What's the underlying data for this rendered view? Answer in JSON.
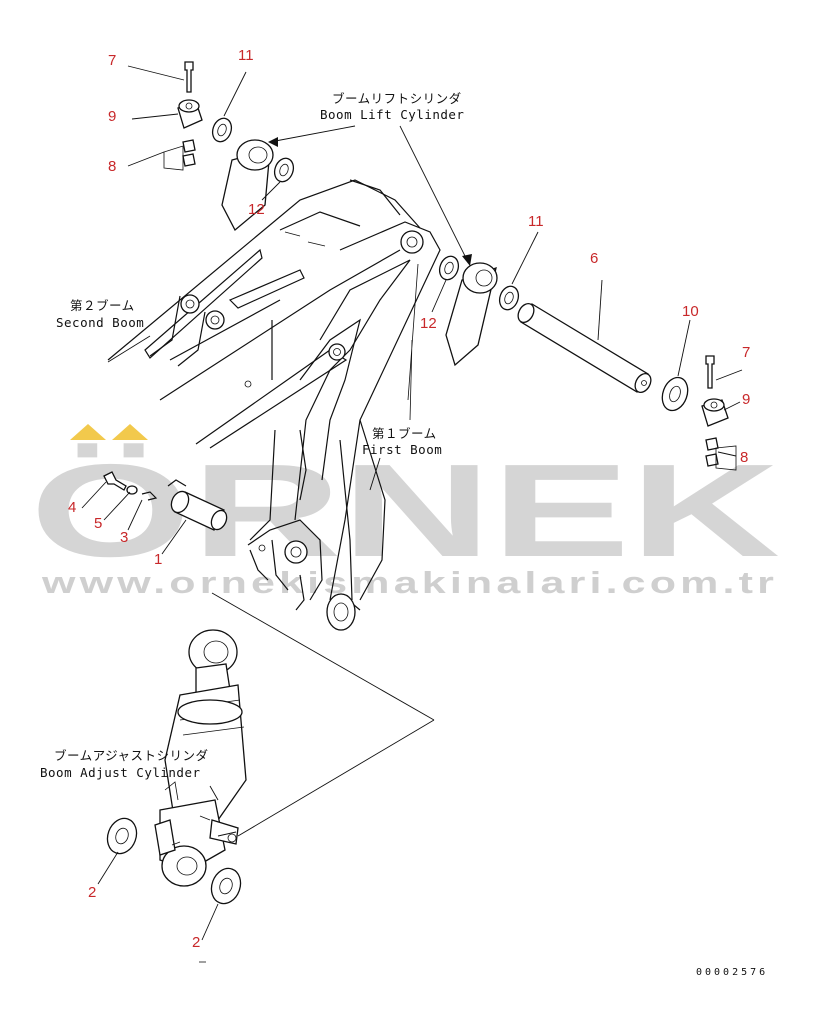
{
  "watermark": {
    "brand": "ÖRNEK",
    "url": "www.ornekismakinalari.com.tr",
    "accent_color": "#f2c94c",
    "text_color": "#d5d5d5"
  },
  "labels": {
    "boom_lift_jp": "ブームリフトシリンダ",
    "boom_lift_en": "Boom Lift Cylinder",
    "second_boom_jp": "第２ブーム",
    "second_boom_en": "Second Boom",
    "first_boom_jp": "第１ブーム",
    "first_boom_en": "First Boom",
    "boom_adjust_jp": "ブームアジャストシリンダ",
    "boom_adjust_en": "Boom Adjust Cylinder"
  },
  "callouts": {
    "c7a": "7",
    "c9a": "9",
    "c8a": "8",
    "c11a": "11",
    "c12a": "12",
    "c11b": "11",
    "c12b": "12",
    "c6": "6",
    "c10": "10",
    "c7b": "7",
    "c9b": "9",
    "c8b": "8",
    "c4": "4",
    "c5": "5",
    "c3": "3",
    "c1": "1",
    "c2a": "2",
    "c2b": "2"
  },
  "drawing_code": "00002576",
  "callout_color": "#c8282a"
}
